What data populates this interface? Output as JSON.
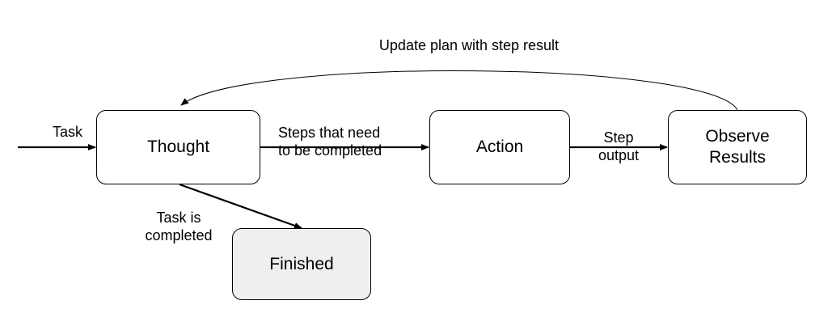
{
  "diagram": {
    "nodes": {
      "thought": "Thought",
      "action": "Action",
      "observe_line1": "Observe",
      "observe_line2": "Results",
      "finished": "Finished"
    },
    "edges": {
      "task": "Task",
      "steps_line1": "Steps that need",
      "steps_line2": "to be completed",
      "step_output_line1": "Step",
      "step_output_line2": "output",
      "feedback": "Update plan with step result",
      "completed_line1": "Task is",
      "completed_line2": "completed"
    }
  }
}
